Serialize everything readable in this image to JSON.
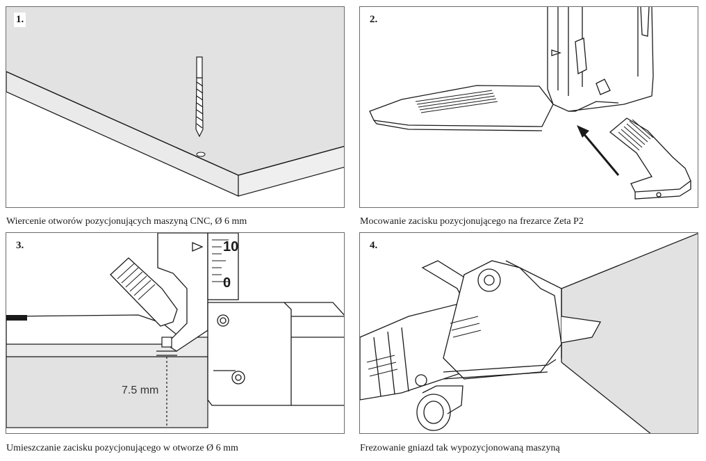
{
  "panels": [
    {
      "number": "1.",
      "caption": "Wiercenie otworów pozycjonujących maszyną CNC, Ø 6 mm"
    },
    {
      "number": "2.",
      "caption": "Mocowanie zacisku pozycjonującego na frezarce Zeta P2"
    },
    {
      "number": "3.",
      "caption": "Umieszczanie zacisku pozycjonującego w otworze Ø 6 mm",
      "dimension_label": "7.5 mm",
      "scale_labels": [
        "10",
        "0"
      ]
    },
    {
      "number": "4.",
      "caption": "Frezowanie gniazd tak wypozycjonowaną maszyną"
    }
  ],
  "colors": {
    "panel_border": "#6a6a6a",
    "board_fill": "#e2e2e2",
    "board_edge": "#ebebeb",
    "line": "#1a1a1a"
  }
}
